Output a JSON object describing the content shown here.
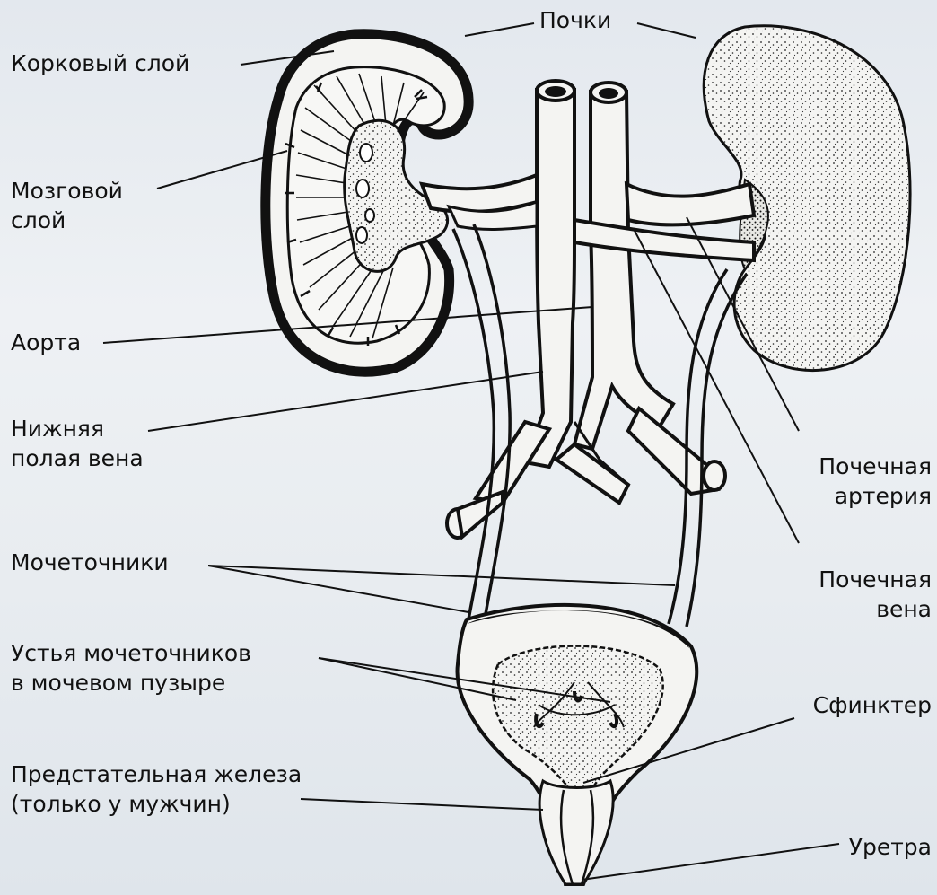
{
  "labels": {
    "kidneys": "Почки",
    "cortex": "Корковый слой",
    "medulla_line1": "Мозговой",
    "medulla_line2": "слой",
    "aorta": "Аорта",
    "ivc_line1": "Нижняя",
    "ivc_line2": "полая вена",
    "renal_artery_line1": "Почечная",
    "renal_artery_line2": "артерия",
    "ureters": "Мочеточники",
    "renal_vein_line1": "Почечная",
    "renal_vein_line2": "вена",
    "orifices_line1": "Устья мочеточников",
    "orifices_line2": "в мочевом пузыре",
    "sphincter": "Сфинктер",
    "prostate_line1": "Предстательная железа",
    "prostate_line2": "(только у мужчин)",
    "urethra": "Уретра"
  },
  "colors": {
    "ink": "#111111",
    "background": "#e8ecf0",
    "organ_fill": "#f4f4f2"
  }
}
